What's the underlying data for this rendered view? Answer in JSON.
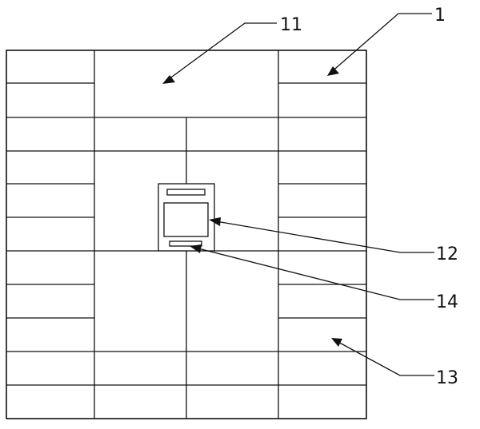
{
  "figure": {
    "labels": {
      "cabinet_body": "1",
      "large_compartment": "11",
      "control_screen": "12",
      "storage_cell": "13",
      "slot": "14"
    }
  }
}
